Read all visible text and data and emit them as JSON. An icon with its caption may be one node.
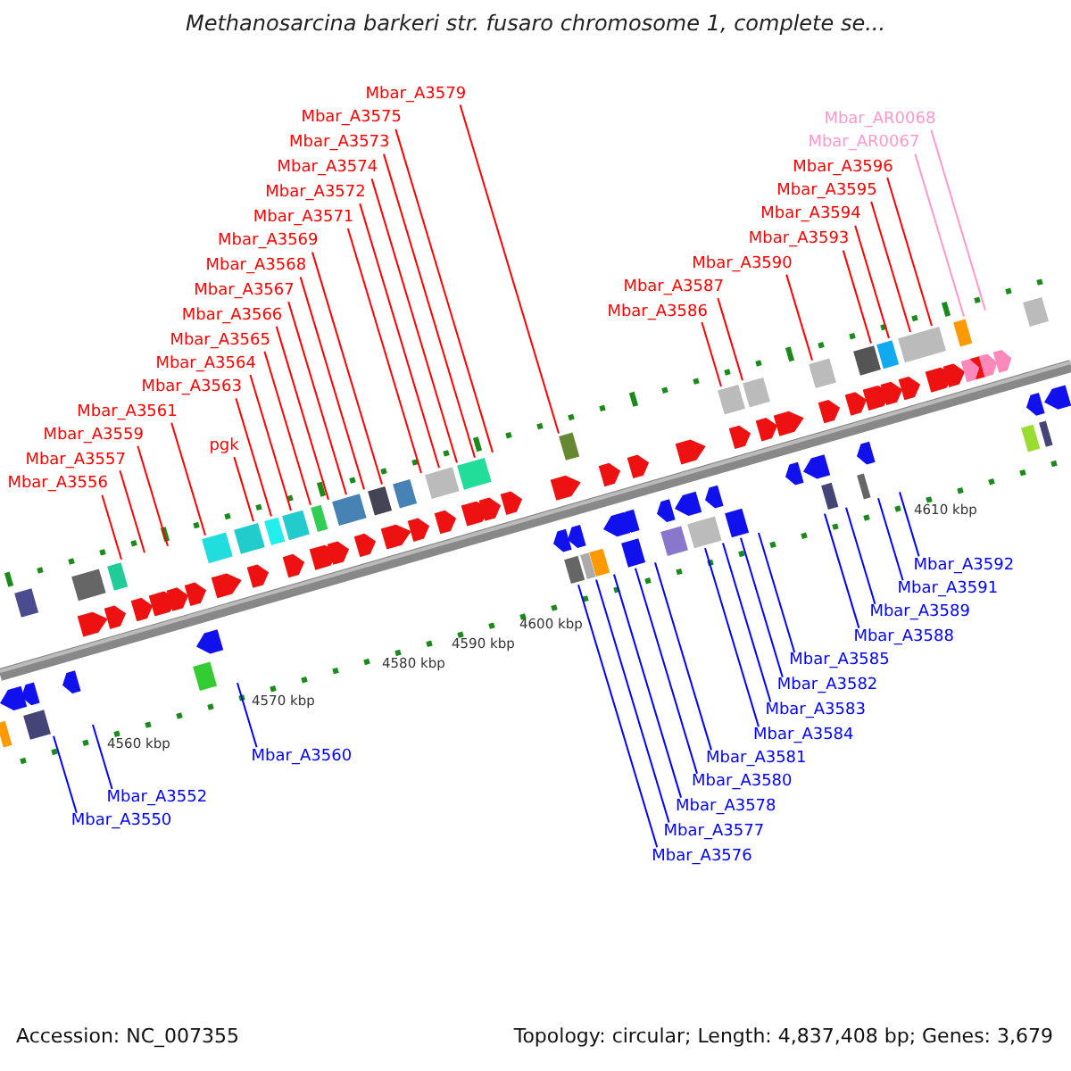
{
  "diagram": {
    "title": "Methanosarcina barkeri str. fusaro chromosome 1, complete se...",
    "nodes": [
      {
        "text": [
          "Mbar_A3596"
        ]
      },
      {
        "text": [
          "Mbar_A3595"
        ]
      },
      {
        "text": [
          "Mbar_A3594"
        ]
      },
      {
        "text": [
          "Mbar_A3593"
        ]
      },
      {
        "text": [
          "Mbar_AR0067"
        ]
      },
      {
        "text": [
          "Mbar_AR0068"
        ]
      },
      {
        "text": [
          "Mbar_A3590"
        ]
      },
      {
        "text": [
          "Mbar_A3569"
        ]
      },
      {
        "text": [
          "Mbar_A3587"
        ]
      },
      {
        "text": [
          "Mbar_A3568"
        ]
      },
      {
        "text": [
          "Mbar_A3574"
        ]
      },
      {
        "text": [
          "Mbar_A3567"
        ]
      },
      {
        "text": [
          "Mbar_A3572"
        ]
      },
      {
        "text": [
          "Mbar_A3565"
        ]
      },
      {
        "text": [
          "Mbar_A3586"
        ]
      },
      {
        "text": [
          "Mbar_A3573"
        ]
      },
      {
        "text": [
          "Mbar_A3566"
        ]
      },
      {
        "text": [
          "Mbar_A3561"
        ]
      },
      {
        "text": [
          "Mbar_A3579"
        ]
      },
      {
        "text": [
          "Mbar_A3571"
        ]
      },
      {
        "text": [
          "Mbar_A3564"
        ]
      },
      {
        "text": [
          "Mbar_A3575"
        ]
      },
      {
        "text": [
          "Mbar_A3559"
        ]
      },
      {
        "text": [
          "Mbar_A3563"
        ]
      },
      {
        "text": [
          "Mbar_A3557"
        ]
      },
      {
        "text": [
          "pgk"
        ]
      },
      {
        "text": [
          "Mbar_A3556"
        ]
      },
      {
        "text": [
          "Mbar_A3592"
        ]
      },
      {
        "text": [
          "Mbar_A3589"
        ]
      },
      {
        "text": [
          "Mbar_A3591"
        ]
      },
      {
        "text": [
          "Mbar_A3585"
        ]
      },
      {
        "text": [
          "Mbar_A3581"
        ]
      },
      {
        "text": [
          "Mbar_A3588"
        ]
      },
      {
        "text": [
          "Mbar_A3582"
        ]
      },
      {
        "text": [
          "Mbar_A3578"
        ]
      },
      {
        "text": [
          "Mbar_A3580"
        ]
      },
      {
        "text": [
          "Mbar_A3583"
        ]
      },
      {
        "text": [
          "Mbar_A3577"
        ]
      },
      {
        "text": [
          "Mbar_A3584"
        ]
      },
      {
        "text": [
          "Mbar_A3576"
        ]
      },
      {
        "text": [
          "Mbar_A3560"
        ]
      },
      {
        "text": [
          "Mbar_A3552"
        ]
      },
      {
        "text": [
          "Mbar_A3550"
        ]
      }
    ],
    "edges": [
      {
        "from": 0,
        "to": null,
        "arrow": "none"
      },
      {
        "from": 1,
        "to": null,
        "arrow": "none"
      },
      {
        "from": 2,
        "to": null,
        "arrow": "none"
      },
      {
        "from": 3,
        "to": null,
        "arrow": "none"
      },
      {
        "from": 4,
        "to": null,
        "arrow": "none",
        "color": "#ff99cc"
      },
      {
        "from": 5,
        "to": null,
        "arrow": "none",
        "color": "#ff99cc"
      },
      {
        "from": 6,
        "to": null,
        "arrow": "none"
      },
      {
        "from": 7,
        "to": null,
        "arrow": "none"
      },
      {
        "from": 8,
        "to": null,
        "arrow": "none"
      },
      {
        "from": 9,
        "to": null,
        "arrow": "none"
      },
      {
        "from": 10,
        "to": null,
        "arrow": "none"
      },
      {
        "from": 11,
        "to": null,
        "arrow": "none"
      },
      {
        "from": 12,
        "to": null,
        "arrow": "none"
      },
      {
        "from": 13,
        "to": null,
        "arrow": "none"
      },
      {
        "from": 14,
        "to": null,
        "arrow": "none"
      },
      {
        "from": 15,
        "to": null,
        "arrow": "none"
      },
      {
        "from": 16,
        "to": null,
        "arrow": "none"
      },
      {
        "from": 17,
        "to": null,
        "arrow": "none"
      },
      {
        "from": 18,
        "to": null,
        "arrow": "none"
      },
      {
        "from": 19,
        "to": null,
        "arrow": "none"
      },
      {
        "from": 20,
        "to": null,
        "arrow": "none"
      },
      {
        "from": 21,
        "to": null,
        "arrow": "none"
      },
      {
        "from": 22,
        "to": null,
        "arrow": "none"
      },
      {
        "from": 23,
        "to": null,
        "arrow": "none"
      },
      {
        "from": 24,
        "to": null,
        "arrow": "none"
      },
      {
        "from": 25,
        "to": null,
        "arrow": "none"
      },
      {
        "from": 26,
        "to": null,
        "arrow": "none"
      },
      {
        "from": 27,
        "to": null,
        "arrow": "none",
        "color": "#0000ff"
      },
      {
        "from": 28,
        "to": null,
        "arrow": "none",
        "color": "#0000ff"
      },
      {
        "from": 29,
        "to": null,
        "arrow": "none",
        "color": "#0000ff"
      },
      {
        "from": 30,
        "to": null,
        "arrow": "none",
        "color": "#0000ff"
      },
      {
        "from": 31,
        "to": null,
        "arrow": "none",
        "color": "#0000ff"
      },
      {
        "from": 32,
        "to": null,
        "arrow": "none",
        "color": "#0000ff"
      },
      {
        "from": 33,
        "to": null,
        "arrow": "none",
        "color": "#0000ff"
      },
      {
        "from": 34,
        "to": null,
        "arrow": "none",
        "color": "#0000ff"
      },
      {
        "from": 35,
        "to": null,
        "arrow": "none",
        "color": "#0000ff"
      },
      {
        "from": 36,
        "to": null,
        "arrow": "none",
        "color": "#0000ff"
      },
      {
        "from": 37,
        "to": null,
        "arrow": "none",
        "color": "#0000ff"
      },
      {
        "from": 38,
        "to": null,
        "arrow": "none",
        "color": "#0000ff"
      },
      {
        "from": 39,
        "to": null,
        "arrow": "none",
        "color": "#0000ff"
      },
      {
        "from": 40,
        "to": null,
        "arrow": "none",
        "color": "#0000ff"
      },
      {
        "from": 41,
        "to": null,
        "arrow": "none",
        "color": "#0000ff"
      },
      {
        "from": 42,
        "to": null,
        "arrow": "none",
        "color": "#0000ff"
      }
    ],
    "labels": [
      "4610 kbp",
      "4600 kbp",
      "4590 kbp",
      "4580 kbp",
      "4570 kbp",
      "4560 kbp",
      "Accession: NC_007355",
      "Topology: circular; Length: 4,837,408 bp; Genes: 3,679"
    ]
  }
}
